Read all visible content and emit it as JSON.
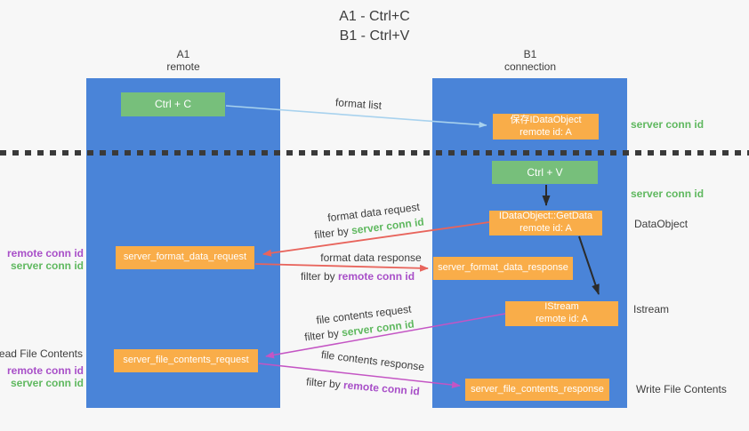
{
  "title": {
    "line1": "A1 - Ctrl+C",
    "line2": "B1 - Ctrl+V"
  },
  "lanes": {
    "left": {
      "id": "A1",
      "role": "remote"
    },
    "right": {
      "id": "B1",
      "role": "connection"
    }
  },
  "nodes": {
    "ctrl_c": "Ctrl + C",
    "ctrl_v": "Ctrl + V",
    "save_dataobject": {
      "line1": "保存IDataObject",
      "line2": "remote id: A"
    },
    "getdata": {
      "line1": "IDataObject::GetData",
      "line2": "remote id: A"
    },
    "istream": {
      "line1": "IStream",
      "line2": "remote id: A"
    },
    "format_request": "server_format_data_request",
    "format_response": "server_format_data_response",
    "file_request": "server_file_contents_request",
    "file_response": "server_file_contents_response"
  },
  "edge_labels": {
    "format_list": "format list",
    "format_data_request": "format data request",
    "format_data_response": "format data response",
    "file_contents_request": "file contents request",
    "file_contents_response": "file contents response"
  },
  "strings": {
    "filter_by": "filter by",
    "server_conn_id": "server conn id",
    "remote_conn_id": "remote conn id"
  },
  "side_labels": {
    "dataobject": "DataObject",
    "istream": "Istream",
    "read_file_contents": "Read File Contents",
    "write_file_contents": "Write File Contents"
  },
  "colors": {
    "lane_blue": "#4a84d8",
    "node_green": "#77bf7b",
    "node_orange": "#f9ad49",
    "label_green": "#5fb85f",
    "label_purple": "#a84fc8",
    "arrow_red": "#e8645c",
    "arrow_magenta": "#c455c4",
    "arrow_light_blue": "#a8d2ee",
    "arrow_black": "#2b2b2b"
  }
}
